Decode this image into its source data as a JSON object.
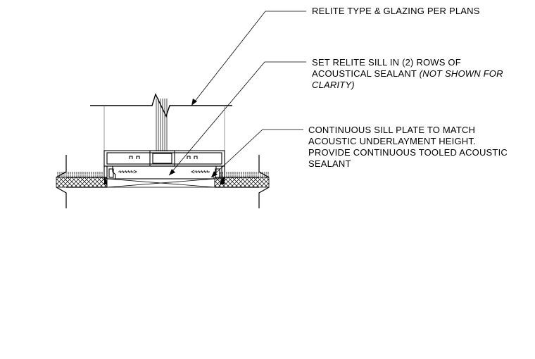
{
  "notes": {
    "relite_type": "RELITE TYPE & GLAZING PER PLANS",
    "sill_sealant": {
      "line1": "SET RELITE SILL IN (2) ROWS OF",
      "line2_main": "ACOUSTICAL SEALANT ",
      "line2_italic": "(NOT SHOWN FOR",
      "line3_italic": "CLARITY)"
    },
    "sill_plate": {
      "line1": "CONTINUOUS SILL PLATE TO MATCH",
      "line2": "ACOUSTIC UNDERLAYMENT HEIGHT.",
      "line3": "PROVIDE CONTINUOUS TOOLED ACOUSTIC",
      "line4": "SEALANT"
    }
  },
  "colors": {
    "line": "#000000",
    "thin_line": "#555555",
    "background": "#ffffff"
  }
}
